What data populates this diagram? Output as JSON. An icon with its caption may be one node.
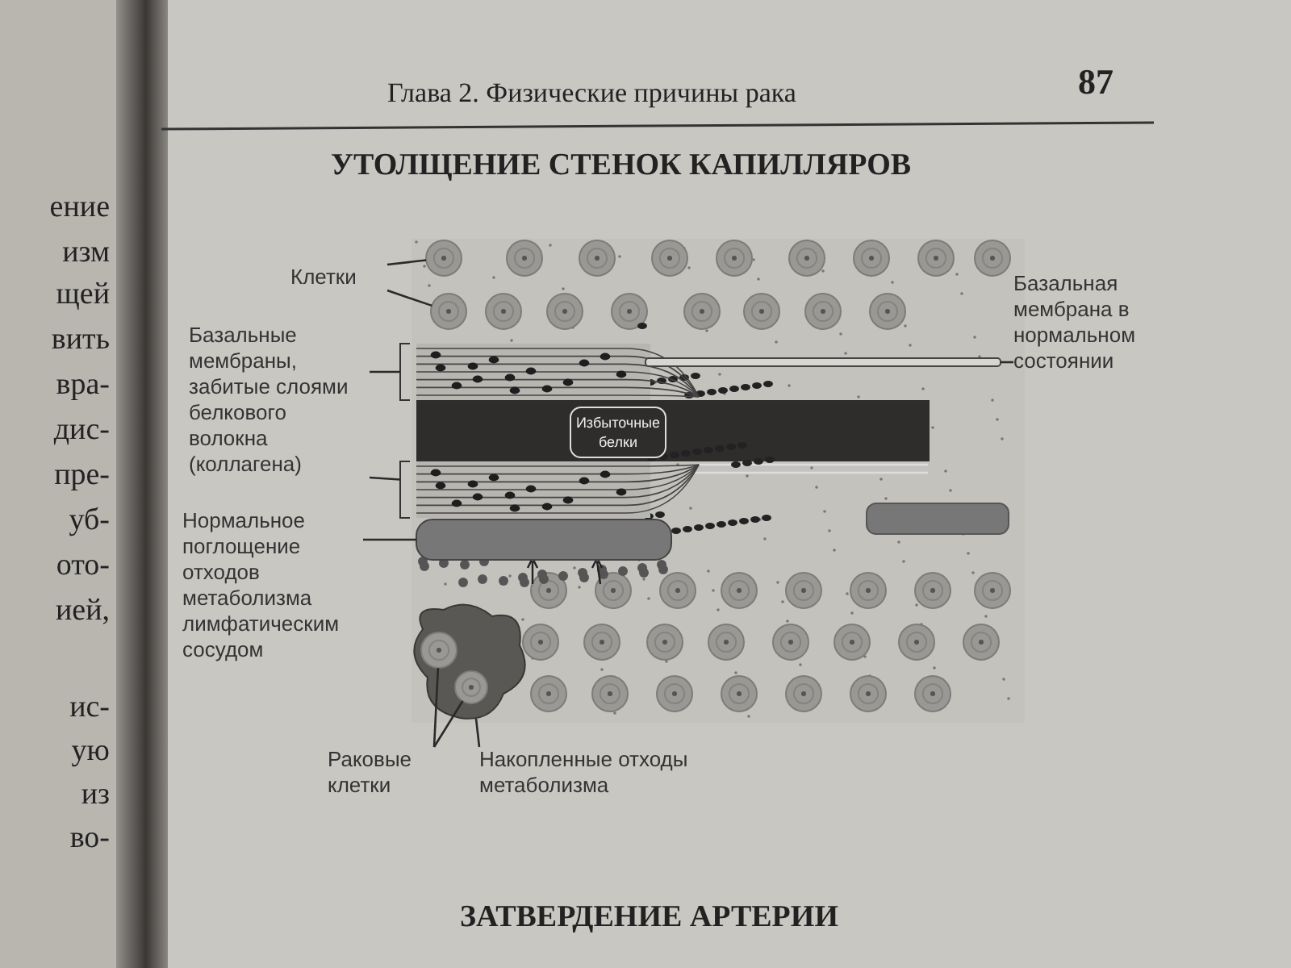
{
  "diagram": {
    "title": "УТОЛЩЕНИЕ СТЕНОК КАПИЛЛЯРОВ",
    "nodes": [
      {
        "text": [
          "Клетки"
        ]
      },
      {
        "text": [],
        "shape": "circle"
      },
      {
        "text": [],
        "shape": "circle"
      },
      {
        "text": [
          "Базальные мембраны, забитые слоями белкового волокна (коллагена)"
        ]
      },
      {
        "text": [],
        "shape": "band"
      },
      {
        "text": [],
        "shape": "band"
      },
      {
        "text": [
          "Базальная мембрана в нормальном состоянии"
        ]
      },
      {
        "text": [],
        "shape": "band"
      },
      {
        "text": [
          "Избыточные белки"
        ]
      },
      {
        "text": [
          "Нормальное поглощение отходов метаболизма лимфатическим сосудом"
        ]
      },
      {
        "text": [],
        "shape": "bar"
      },
      {
        "text": [
          "Раковые клетки"
        ]
      },
      {
        "text": [],
        "shape": "cloud"
      },
      {
        "text": [],
        "shape": "circle",
        "in": 12
      },
      {
        "text": [],
        "shape": "circle",
        "in": 12
      },
      {
        "text": [
          "Накопленные отходы метаболизма"
        ]
      }
    ],
    "edges": [
      {
        "from": 0,
        "to": 1,
        "arrow": "none"
      },
      {
        "from": 0,
        "to": 2,
        "arrow": "none"
      },
      {
        "from": 3,
        "to": 4,
        "arrow": "none"
      },
      {
        "from": 3,
        "to": 5,
        "arrow": "none"
      },
      {
        "from": 6,
        "to": 7,
        "arrow": "none"
      },
      {
        "from": 9,
        "to": 10,
        "arrow": "none"
      },
      {
        "from": 11,
        "to": 13,
        "arrow": "none"
      },
      {
        "from": 11,
        "to": 14,
        "arrow": "none"
      },
      {
        "from": 15,
        "to": 12,
        "arrow": "none"
      }
    ],
    "labels": [
      "Глава 2. Физические причины рака",
      "87",
      "ение",
      "изм",
      "щей",
      "вить",
      "вра-",
      "дис-",
      "пре-",
      "уб-",
      "ото-",
      "ией,",
      "ис-",
      "ую",
      "из",
      "во-",
      "ЗАТВЕРДЕНИЕ АРТЕРИИ"
    ]
  }
}
